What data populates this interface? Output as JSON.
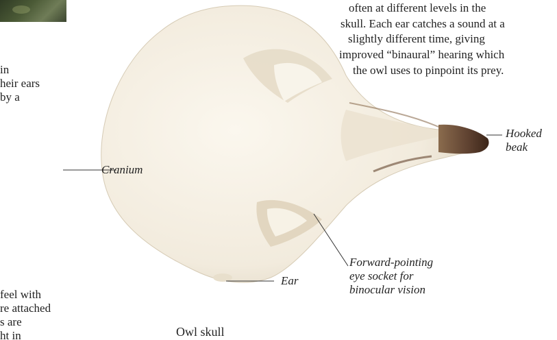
{
  "left_text_fragments": [
    "in",
    "heir ears",
    "by a"
  ],
  "left_text_fragments_bottom": [
    "feel with",
    "re attached",
    "s are",
    "ht in"
  ],
  "right_text_lines": [
    "often at different levels in the",
    "skull. Each ear catches a sound at a",
    "slightly different time, giving",
    "improved “binaural” hearing which",
    "the owl uses to pinpoint its prey."
  ],
  "labels": {
    "cranium": "Cranium",
    "hooked_beak_1": "Hooked",
    "hooked_beak_2": "beak",
    "eye_socket_1": "Forward-pointing",
    "eye_socket_2": "eye socket for",
    "eye_socket_3": "binocular vision",
    "ear": "Ear"
  },
  "caption": "Owl skull",
  "colors": {
    "skull_base": "#f2ebdd",
    "skull_shadow": "#ddd3c0",
    "beak": "#5e4130",
    "leader_line": "#333333"
  }
}
